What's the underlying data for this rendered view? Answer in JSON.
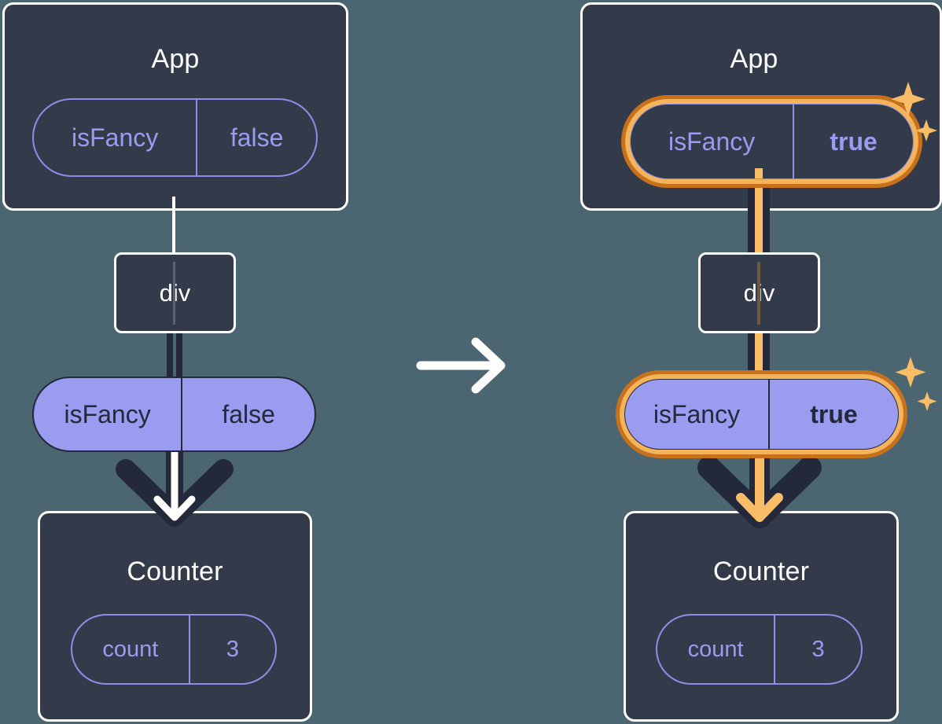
{
  "diagram": {
    "title": "React state propagation: isFancy flips from false to true",
    "background_color": "#4b6670",
    "box_color": "#333b4a",
    "accent_purple": "#9a9cf0",
    "accent_orange": "#f5b35a",
    "accent_orange_dark": "#c9711a",
    "transition_arrow": "arrow-right-icon"
  },
  "before": {
    "app": {
      "title": "App",
      "state_pill": {
        "key": "isFancy",
        "value": "false",
        "highlighted": false
      }
    },
    "div": {
      "label": "div"
    },
    "prop_pill": {
      "key": "isFancy",
      "value": "false",
      "highlighted": false
    },
    "counter": {
      "title": "Counter",
      "state_pill": {
        "key": "count",
        "value": "3",
        "highlighted": false
      }
    }
  },
  "after": {
    "app": {
      "title": "App",
      "state_pill": {
        "key": "isFancy",
        "value": "true",
        "highlighted": true
      }
    },
    "div": {
      "label": "div"
    },
    "prop_pill": {
      "key": "isFancy",
      "value": "true",
      "highlighted": true
    },
    "counter": {
      "title": "Counter",
      "state_pill": {
        "key": "count",
        "value": "3",
        "highlighted": false
      }
    }
  }
}
